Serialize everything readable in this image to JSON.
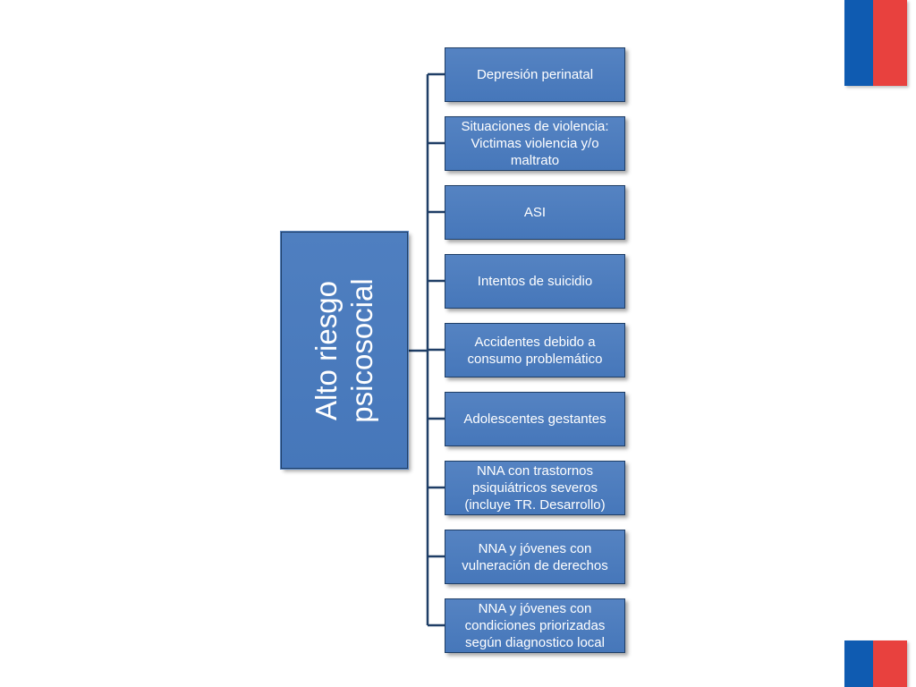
{
  "colors": {
    "box_fill": "#4677ba",
    "box_border": "#1f3e66",
    "connector": "#1f3e66",
    "text": "#ffffff",
    "flag_blue": "#0f5bb1",
    "flag_red": "#e8413e"
  },
  "diagram": {
    "root": "Alto riesgo psicosocial",
    "children": [
      "Depresión perinatal",
      "Situaciones de violencia: Victimas violencia y/o maltrato",
      "ASI",
      "Intentos de suicidio",
      "Accidentes debido a consumo problemático",
      "Adolescentes gestantes",
      "NNA con trastornos psiquiátricos severos (incluye TR. Desarrollo)",
      "NNA y jóvenes con vulneración de derechos",
      "NNA y jóvenes con condiciones priorizadas según diagnostico local"
    ]
  }
}
